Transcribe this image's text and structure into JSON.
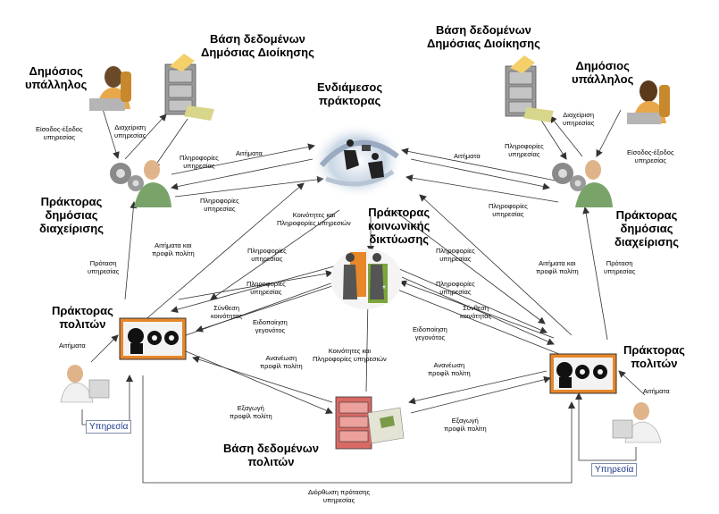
{
  "db_public_left": "Βάση δεδομένων\nΔημόσιας Διοίκησης",
  "db_public_right": "Βάση δεδομένων\nΔημόσιας Διοίκησης",
  "civil_servant_left": "Δημόσιος\nυπάλληλος",
  "civil_servant_right": "Δημόσιος\nυπάλληλος",
  "intermediary": "Ενδιάμεσος\nπράκτορας",
  "admin_agent_left": "Πράκτορας\nδημόσιας\nδιαχείρισης",
  "admin_agent_right": "Πράκτορας\nδημόσιας\nδιαχείρισης",
  "social_agent": "Πράκτορας\nκοινωνικής\nδικτύωσης",
  "citizen_agent_left": "Πράκτορας\nπολιτών",
  "citizen_agent_right": "Πράκτορας\nπολιτών",
  "citizen_db": "Βάση δεδομένων\nπολιτών",
  "service_left": "Υπηρεσία",
  "service_right": "Υπηρεσία",
  "edge_labels": {
    "in_out_left": "Είσοδος-έξοδος\nυπηρεσίας",
    "manage_left": "Διαχείριση\nυπηρεσίας",
    "info_left_db": "Πληροφορίες\nυπηρεσίας",
    "requests_left_top": "Αιτήματα",
    "info_left_to_inter": "Πληροφορίες\nυπηρεσίας",
    "communities_info": "Κοινότητες και\nΠληροφορίες υπηρεσιών",
    "requests_profile_left": "Αιτήματα και\nπροφίλ πολίτη",
    "proposal_left": "Πρόταση\nυπηρεσίας",
    "info_left_social_1": "Πληροφορίες\nυπηρεσίας",
    "info_left_social_2": "Πληροφορίες\nυπηρεσίας",
    "community_synth_left": "Σύνθεση\nκοινότητας",
    "event_notify_left": "Ειδοποίηση\nγεγονότος",
    "requests_citizen_left": "Αιτήματα",
    "profile_update_left": "Ανανέωση\nπροφίλ πολίτη",
    "communities_info_bottom": "Κοινότητες και\nΠληροφορίες υπηρεσιών",
    "profile_export_left": "Εξαγωγή\nπροφίλ πολίτη",
    "proposal_fix": "Διόρθωση πρότασης\nυπηρεσίας",
    "info_right_db": "Πληροφορίες\nυπηρεσίας",
    "manage_right": "Διαχείριση\nυπηρεσίας",
    "in_out_right": "Είσοδος-έξοδος\nυπηρεσίας",
    "requests_right_top": "Αιτήματα",
    "info_right_to_inter": "Πληροφορίες\nυπηρεσίας",
    "info_right_social_1": "Πληροφορίες\nυπηρεσίας",
    "info_right_social_2": "Πληροφορίες\nυπηρεσίας",
    "requests_profile_right": "Αιτήματα και\nπροφίλ πολίτη",
    "proposal_right": "Πρόταση\nυπηρεσίας",
    "community_synth_right": "Σύνθεση\nκοινότητας",
    "event_notify_right": "Ειδοποίηση\nγεγονότος",
    "profile_update_right": "Ανανέωση\nπροφίλ πολίτη",
    "profile_export_right": "Εξαγωγή\nπροφίλ πολίτη",
    "requests_citizen_right": "Αιτήματα"
  }
}
